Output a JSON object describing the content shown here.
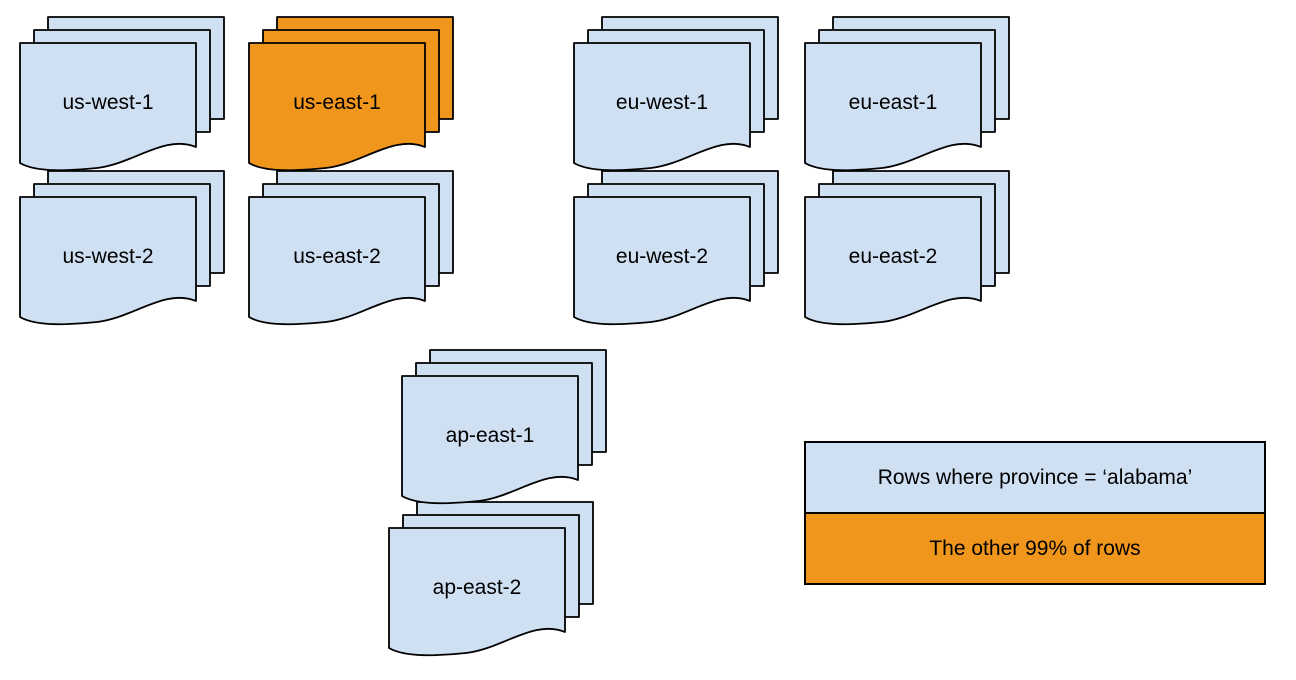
{
  "colors": {
    "document": "#cfe0f3",
    "highlight": "#f0961d",
    "stroke": "#000000",
    "canvas_background": "#ffffff"
  },
  "stacks": [
    {
      "label": "us-west-1",
      "highlighted": false
    },
    {
      "label": "us-east-1",
      "highlighted": true
    },
    {
      "label": "eu-west-1",
      "highlighted": false
    },
    {
      "label": "eu-east-1",
      "highlighted": false
    },
    {
      "label": "us-west-2",
      "highlighted": false
    },
    {
      "label": "us-east-2",
      "highlighted": false
    },
    {
      "label": "eu-west-2",
      "highlighted": false
    },
    {
      "label": "eu-east-2",
      "highlighted": false
    },
    {
      "label": "ap-east-1",
      "highlighted": false
    },
    {
      "label": "ap-east-2",
      "highlighted": false
    }
  ],
  "legend": {
    "items": [
      {
        "label": "Rows where province = ‘alabama’",
        "color": "#cfe0f3"
      },
      {
        "label": "The other 99% of rows",
        "color": "#f0961d"
      }
    ]
  }
}
